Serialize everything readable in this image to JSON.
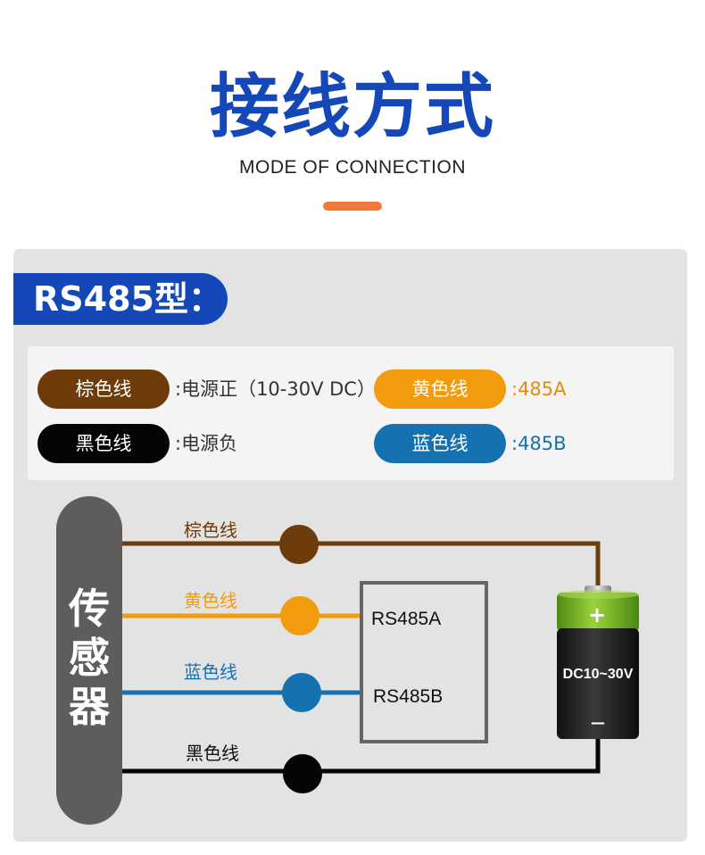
{
  "header": {
    "title": "接线方式",
    "subtitle": "MODE OF CONNECTION"
  },
  "panel": {
    "type_label": "RS485型："
  },
  "legend": [
    {
      "wire": "棕色线",
      "desc": ":电源正（10-30V  DC）",
      "color": "#6e3c0b",
      "text_color": "#333333"
    },
    {
      "wire": "黄色线",
      "desc": ":485A",
      "color": "#f29b0d",
      "text_color": "#e08d10"
    },
    {
      "wire": "黑色线",
      "desc": ":电源负",
      "color": "#050505",
      "text_color": "#333333"
    },
    {
      "wire": "蓝色线",
      "desc": ":485B",
      "color": "#1572b0",
      "text_color": "#1572b0"
    }
  ],
  "diagram": {
    "sensor_label": [
      "传",
      "感",
      "器"
    ],
    "wires": [
      {
        "label": "棕色线",
        "color": "#6e3c0b"
      },
      {
        "label": "黄色线",
        "color": "#f29b0d"
      },
      {
        "label": "蓝色线",
        "color": "#1572b0"
      },
      {
        "label": "黑色线",
        "color": "#050505"
      }
    ],
    "rs485_box": {
      "line_a": "RS485A",
      "line_b": "RS485B"
    },
    "battery": {
      "plus": "+",
      "voltage": "DC10~30V",
      "minus": "—"
    }
  },
  "colors": {
    "brand_blue": "#1447b8",
    "accent_orange": "#f2793a",
    "sensor_gray": "#5f5c5c",
    "battery_green": "#7dc22a"
  }
}
